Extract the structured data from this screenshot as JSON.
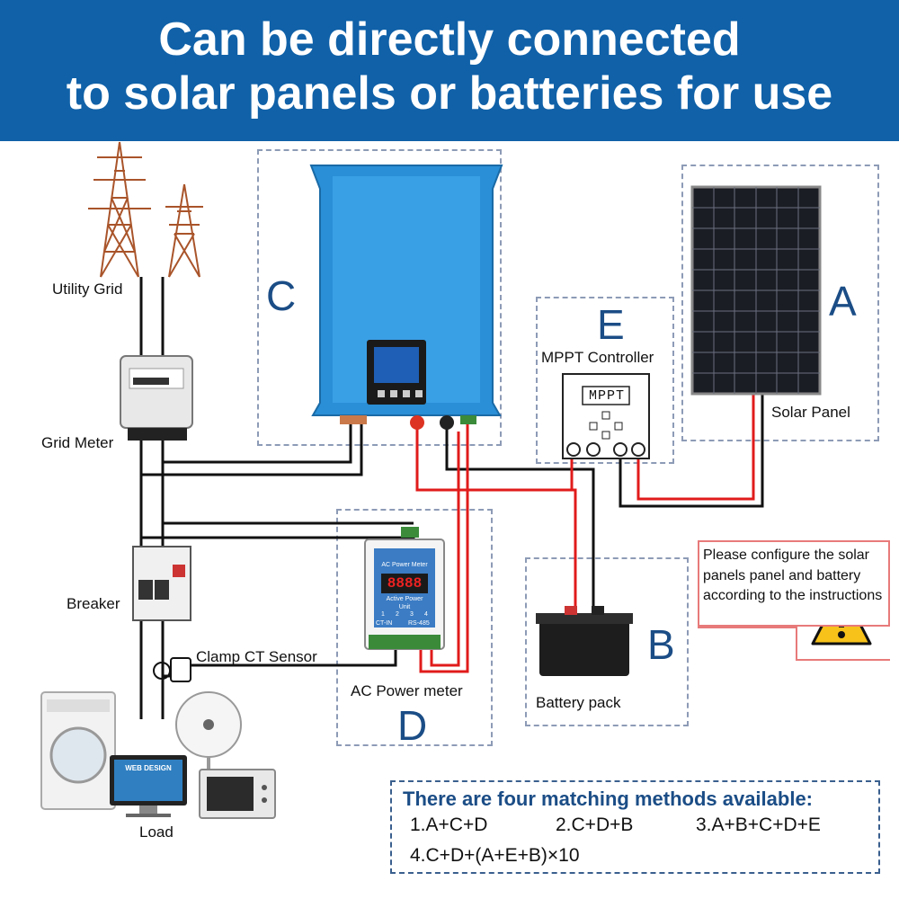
{
  "header": {
    "line1": "Can be directly connected",
    "line2": "to solar panels or batteries for use"
  },
  "labels": {
    "utility_grid": "Utility Grid",
    "grid_meter": "Grid Meter",
    "breaker": "Breaker",
    "clamp_ct_sensor": "Clamp CT Sensor",
    "load": "Load",
    "mppt_controller": "MPPT Controller",
    "solar_panel": "Solar Panel",
    "ac_power_meter": "AC Power meter",
    "battery_pack": "Battery pack"
  },
  "letters": {
    "c": "C",
    "a": "A",
    "e": "E",
    "b": "B",
    "d": "D"
  },
  "devices": {
    "mppt_display": "MPPT",
    "power_meter_title": "AC Power Meter",
    "power_meter_digits": "8888",
    "power_meter_sub": "Active Power",
    "power_meter_unit": "Unit",
    "power_meter_ct": "CT-IN",
    "power_meter_rs": "RS-485",
    "power_meter_nums": [
      "1",
      "2",
      "3",
      "4"
    ],
    "monitor_text": "WEB DESIGN"
  },
  "warning": {
    "text": "Please configure the solar panels panel and battery according to the instructions"
  },
  "methods": {
    "title": "There are four matching methods available:",
    "items": [
      "1.A+C+D",
      "2.C+D+B",
      "3.A+B+C+D+E",
      "4.C+D+(A+E+B)×10"
    ]
  },
  "colors": {
    "header_bg": "#1061a8",
    "letter_color": "#1b4d86",
    "wire_red": "#e11b1b",
    "wire_black": "#111111",
    "inverter_blue": "#2a8fd6",
    "warning_border": "#e87a7a"
  }
}
